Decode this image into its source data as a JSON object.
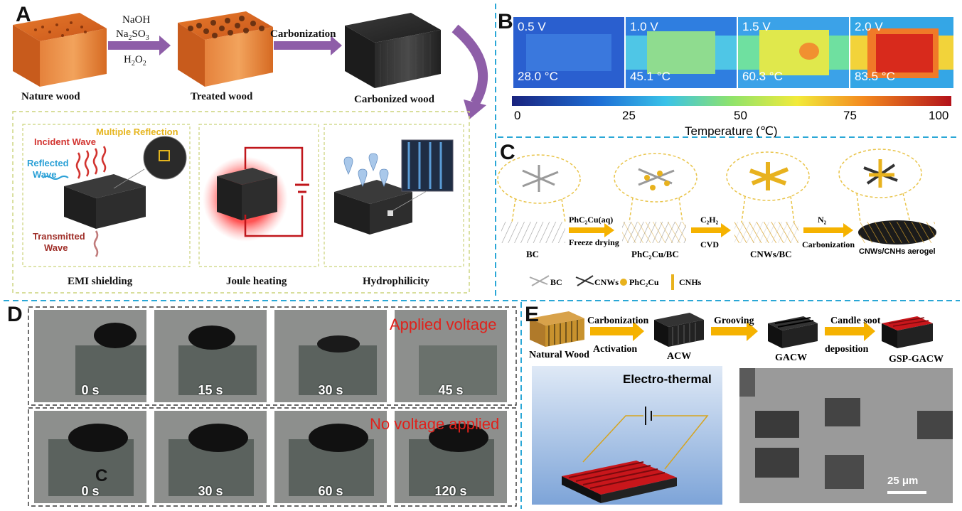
{
  "panels": {
    "a": "A",
    "b": "B",
    "c": "C",
    "d": "D",
    "e": "E"
  },
  "panelA": {
    "nature_wood": "Nature wood",
    "treated_wood": "Treated wood",
    "carbonized_wood": "Carbonized wood",
    "step1_line1": "NaOH",
    "step1_line2": "Na",
    "step1_line2_sub": "2",
    "step1_line2_b": "SO",
    "step1_line2_sub2": "3",
    "step1_line3": "H",
    "step1_line3_sub": "2",
    "step1_line3_b": "O",
    "step1_line3_sub2": "2",
    "step2": "Carbonization",
    "multiple_reflection": "Multiple Reflection",
    "incident_wave": "Incident Wave",
    "reflected": "Reflected",
    "wave": "Wave",
    "transmitted": "Transmitted",
    "transmitted_wave": "Wave",
    "emi": "EMI shielding",
    "joule": "Joule heating",
    "hydro": "Hydrophilicity"
  },
  "panelB": {
    "images": [
      {
        "voltage": "0.5 V",
        "temp": "28.0 °C"
      },
      {
        "voltage": "1.0 V",
        "temp": "45.1 °C"
      },
      {
        "voltage": "1.5 V",
        "temp": "60.3 °C"
      },
      {
        "voltage": "2.0 V",
        "temp": "83.5 °C"
      }
    ],
    "ticks": [
      "0",
      "25",
      "50",
      "75",
      "100"
    ],
    "axis_label": "Temperature (℃)"
  },
  "panelC": {
    "bc": "BC",
    "step1_top": "PhC₂Cu(aq)",
    "step1_bottom": "Freeze drying",
    "mid1": "PhC₂Cu/BC",
    "step2_top": "C₂H₂",
    "step2_bottom": "CVD",
    "mid2": "CNWs/BC",
    "step3_top": "N₂",
    "step3_bottom": "Carbonization",
    "final": "CNWs/CNHs aerogel",
    "legend_bc": "BC",
    "legend_cnws": "CNWs",
    "legend_phc": "PhC₂Cu",
    "legend_cnhs": "CNHs"
  },
  "panelD": {
    "applied": "Applied voltage",
    "none": "No voltage applied",
    "row1_times": [
      "0 s",
      "15 s",
      "30 s",
      "45 s"
    ],
    "row2_times": [
      "0 s",
      "30 s",
      "60 s",
      "120 s"
    ],
    "stray_c": "C"
  },
  "panelE": {
    "natural_wood": "Natural Wood",
    "carbonization": "Carbonization",
    "activation": "Activation",
    "acw": "ACW",
    "grooving": "Grooving",
    "gacw": "GACW",
    "candle": "Candle soot",
    "deposition": "deposition",
    "gsp": "GSP-GACW",
    "electro_thermal": "Electro-thermal",
    "scale": "25 μm"
  },
  "colors": {
    "arrow_purple": "#8e5ea8",
    "arrow_yellow": "#f5b200",
    "divider_blue": "#2aa7d6",
    "circuit_red": "#c0161b",
    "applied_red": "#e0211b"
  }
}
